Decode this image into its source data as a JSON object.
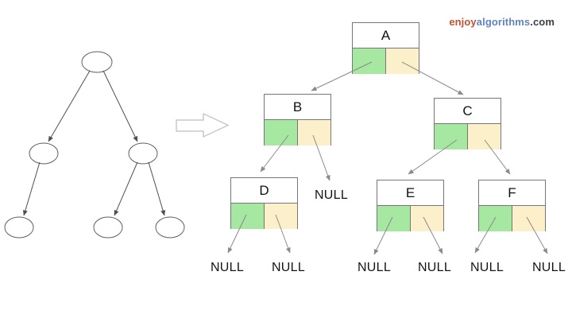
{
  "brand": {
    "enjoy": "enjoy",
    "algorithms": "algorithms",
    "tld": ".com",
    "enjoy_color": "#c05233",
    "algorithms_color": "#5f84c2",
    "tld_color": "#3a3f42"
  },
  "abstract_tree": {
    "description": "binary tree drawn with ellipse nodes",
    "nodes": [
      "A",
      "B",
      "C",
      "D",
      "E",
      "F"
    ],
    "edges": [
      {
        "from": "A",
        "to": "B"
      },
      {
        "from": "A",
        "to": "C"
      },
      {
        "from": "B",
        "to": "D"
      },
      {
        "from": "C",
        "to": "E"
      },
      {
        "from": "C",
        "to": "F"
      }
    ]
  },
  "linked": {
    "description": "linked representation: each node has data, left pointer, right pointer",
    "null_label": "NULL",
    "left_pointer_color": "#a6e7a2",
    "right_pointer_color": "#fcf0cb",
    "nodes": [
      {
        "label": "A",
        "left": "B",
        "right": "C"
      },
      {
        "label": "B",
        "left": "D",
        "right": "NULL"
      },
      {
        "label": "C",
        "left": "E",
        "right": "F"
      },
      {
        "label": "D",
        "left": "NULL",
        "right": "NULL"
      },
      {
        "label": "E",
        "left": "NULL",
        "right": "NULL"
      },
      {
        "label": "F",
        "left": "NULL",
        "right": "NULL"
      }
    ]
  }
}
